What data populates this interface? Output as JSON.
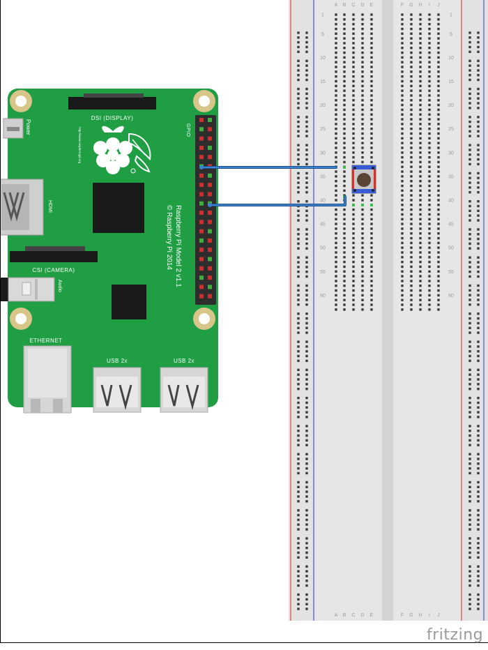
{
  "pi": {
    "power_label": "Power",
    "dsi_label": "DSI (DISPLAY)",
    "url_label": "http://www.raspberrypi.org",
    "gpio_label": "GPIO",
    "hdmi_label": "HDMI",
    "model_line1": "Raspberry Pi Model 2 v1.1",
    "model_line2": "© Raspberry Pi 2014",
    "csi_label": "CSI (CAMERA)",
    "audio_label": "Audio",
    "ethernet_label": "ETHERNET",
    "usb1_label": "USB 2x",
    "usb2_label": "USB 2x",
    "board_color": "#1f9e43",
    "header_pins": 40
  },
  "breadboard": {
    "column_letters_left": [
      "A",
      "B",
      "C",
      "D",
      "E"
    ],
    "column_letters_right": [
      "F",
      "G",
      "H",
      "I",
      "J"
    ],
    "row_numbers": [
      "1",
      "5",
      "10",
      "15",
      "20",
      "25",
      "30",
      "35",
      "40",
      "45",
      "50",
      "55",
      "60"
    ],
    "rail_red": "#d9302c",
    "rail_blue": "#2f3fd6"
  },
  "wires": {
    "color": "#2b6cb3"
  },
  "button": {
    "body_color": "#c8c8c8",
    "cap_color": "#5a4436"
  },
  "brand": "fritzing"
}
